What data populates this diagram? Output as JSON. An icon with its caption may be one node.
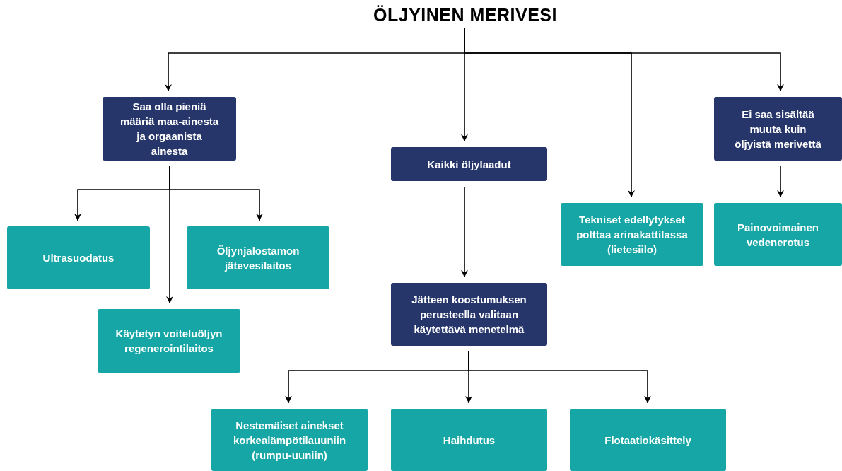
{
  "diagram": {
    "nodes": [
      {
        "text": [
          "ÖLJYINEN MERIVESI"
        ]
      },
      {
        "text": [
          "Saa olla pieniä määriä maa-ainesta ja orgaanista ainesta"
        ]
      },
      {
        "text": [
          "Kaikki öljylaadut"
        ]
      },
      {
        "text": [
          "Tekniset edellytykset polttaa arinakattilassa (lietesiilo)"
        ]
      },
      {
        "text": [
          "Ei saa sisältää muuta kuin öljyistä merivettä"
        ]
      },
      {
        "text": [
          "Ultrasuodatus"
        ]
      },
      {
        "text": [
          "Öljynjalostamon jätevesilaitos"
        ]
      },
      {
        "text": [
          "Käytetyn voiteluöljyn regenerointilaitos"
        ]
      },
      {
        "text": [
          "Painovoimainen vedenerotus"
        ]
      },
      {
        "text": [
          "Jätteen koostumuksen perusteella valitaan käytettävä menetelmä"
        ]
      },
      {
        "text": [
          "Nestemäiset ainekset korkealämpötilauuniin (rumpu-uuniin)"
        ]
      },
      {
        "text": [
          "Haihdutus"
        ]
      },
      {
        "text": [
          "Flotaatiokäsittely"
        ]
      }
    ],
    "edges": [
      {
        "from": 0,
        "to": 1,
        "arrow": "to"
      },
      {
        "from": 0,
        "to": 2,
        "arrow": "to"
      },
      {
        "from": 0,
        "to": 3,
        "arrow": "to"
      },
      {
        "from": 0,
        "to": 4,
        "arrow": "to"
      },
      {
        "from": 1,
        "to": 5,
        "arrow": "to"
      },
      {
        "from": 1,
        "to": 6,
        "arrow": "to"
      },
      {
        "from": 1,
        "to": 7,
        "arrow": "to"
      },
      {
        "from": 2,
        "to": 9,
        "arrow": "to"
      },
      {
        "from": 4,
        "to": 8,
        "arrow": "to"
      },
      {
        "from": 9,
        "to": 10,
        "arrow": "to"
      },
      {
        "from": 9,
        "to": 11,
        "arrow": "to"
      },
      {
        "from": 9,
        "to": 12,
        "arrow": "to"
      }
    ]
  }
}
